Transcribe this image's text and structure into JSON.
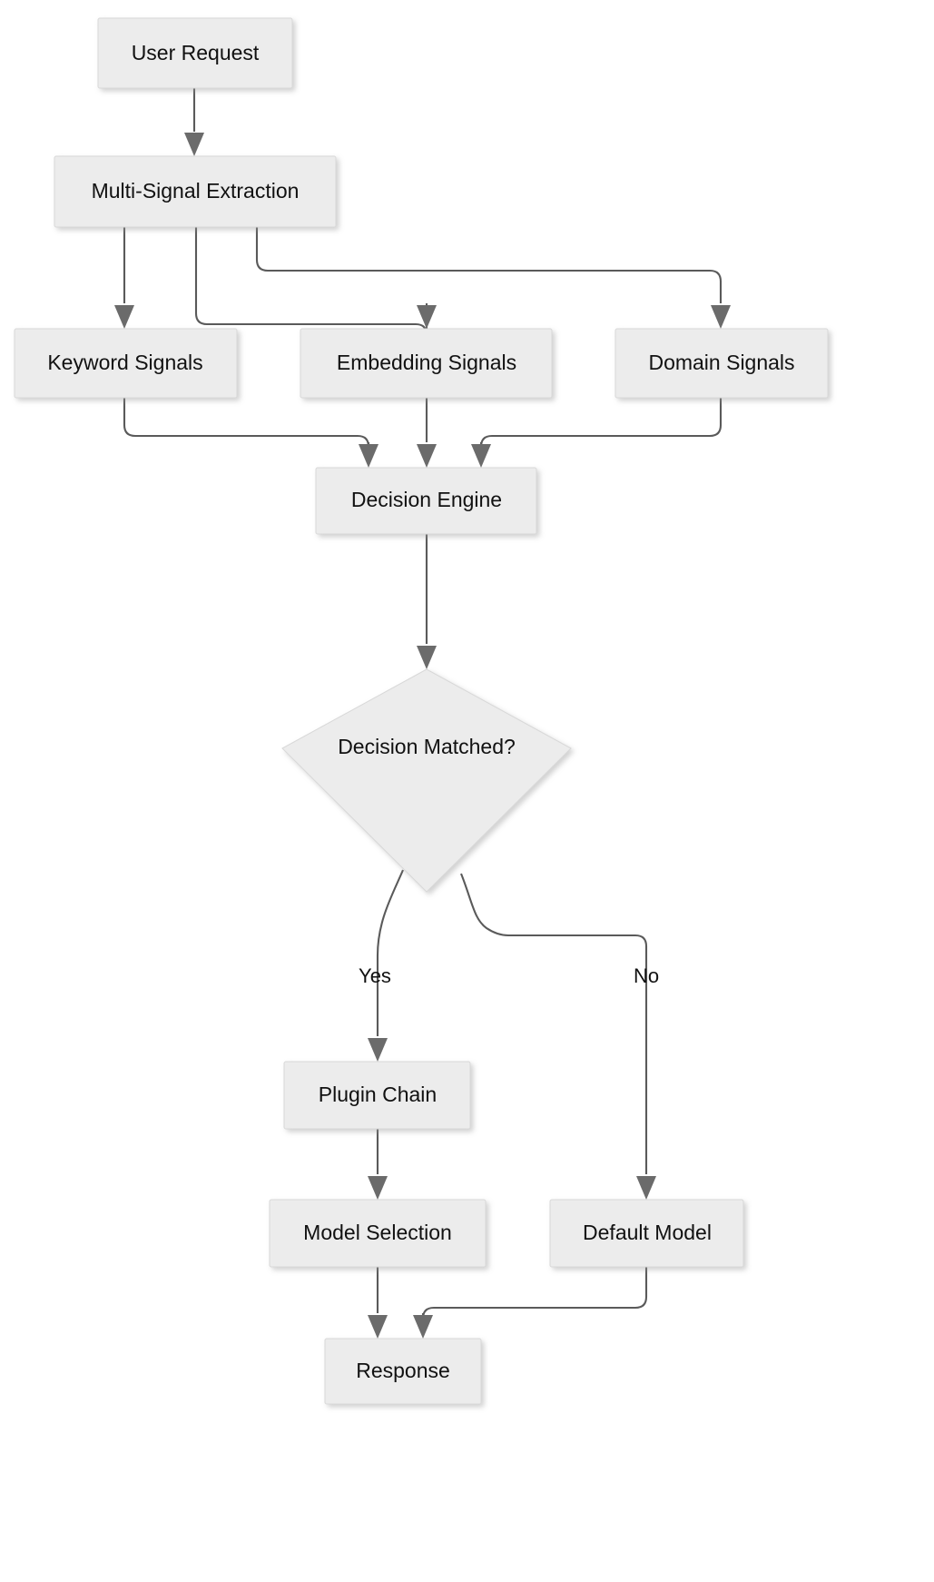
{
  "diagram": {
    "type": "flowchart",
    "direction": "top-to-bottom",
    "background_color": "#ffffff",
    "node_fill_color": "#ececec",
    "node_border_color": "#d8d8d8",
    "edge_color": "#5a5a5a",
    "text_color": "#111111",
    "nodes": [
      {
        "id": "user_request",
        "label": "User Request",
        "shape": "rect"
      },
      {
        "id": "multi_signal",
        "label": "Multi-Signal Extraction",
        "shape": "rect"
      },
      {
        "id": "keyword",
        "label": "Keyword Signals",
        "shape": "rect"
      },
      {
        "id": "embedding",
        "label": "Embedding Signals",
        "shape": "rect"
      },
      {
        "id": "domain",
        "label": "Domain Signals",
        "shape": "rect"
      },
      {
        "id": "decision_engine",
        "label": "Decision Engine",
        "shape": "rect"
      },
      {
        "id": "decision_match",
        "label": "Decision Matched?",
        "shape": "diamond"
      },
      {
        "id": "plugin_chain",
        "label": "Plugin Chain",
        "shape": "rect"
      },
      {
        "id": "model_selection",
        "label": "Model Selection",
        "shape": "rect"
      },
      {
        "id": "default_model",
        "label": "Default Model",
        "shape": "rect"
      },
      {
        "id": "response",
        "label": "Response",
        "shape": "rect"
      }
    ],
    "edges": [
      {
        "from": "user_request",
        "to": "multi_signal",
        "label": ""
      },
      {
        "from": "multi_signal",
        "to": "keyword",
        "label": ""
      },
      {
        "from": "multi_signal",
        "to": "embedding",
        "label": ""
      },
      {
        "from": "multi_signal",
        "to": "domain",
        "label": ""
      },
      {
        "from": "keyword",
        "to": "decision_engine",
        "label": ""
      },
      {
        "from": "embedding",
        "to": "decision_engine",
        "label": ""
      },
      {
        "from": "domain",
        "to": "decision_engine",
        "label": ""
      },
      {
        "from": "decision_engine",
        "to": "decision_match",
        "label": ""
      },
      {
        "from": "decision_match",
        "to": "plugin_chain",
        "label": "Yes"
      },
      {
        "from": "decision_match",
        "to": "default_model",
        "label": "No"
      },
      {
        "from": "plugin_chain",
        "to": "model_selection",
        "label": ""
      },
      {
        "from": "model_selection",
        "to": "response",
        "label": ""
      },
      {
        "from": "default_model",
        "to": "response",
        "label": ""
      }
    ],
    "edge_labels": {
      "yes": "Yes",
      "no": "No"
    }
  }
}
